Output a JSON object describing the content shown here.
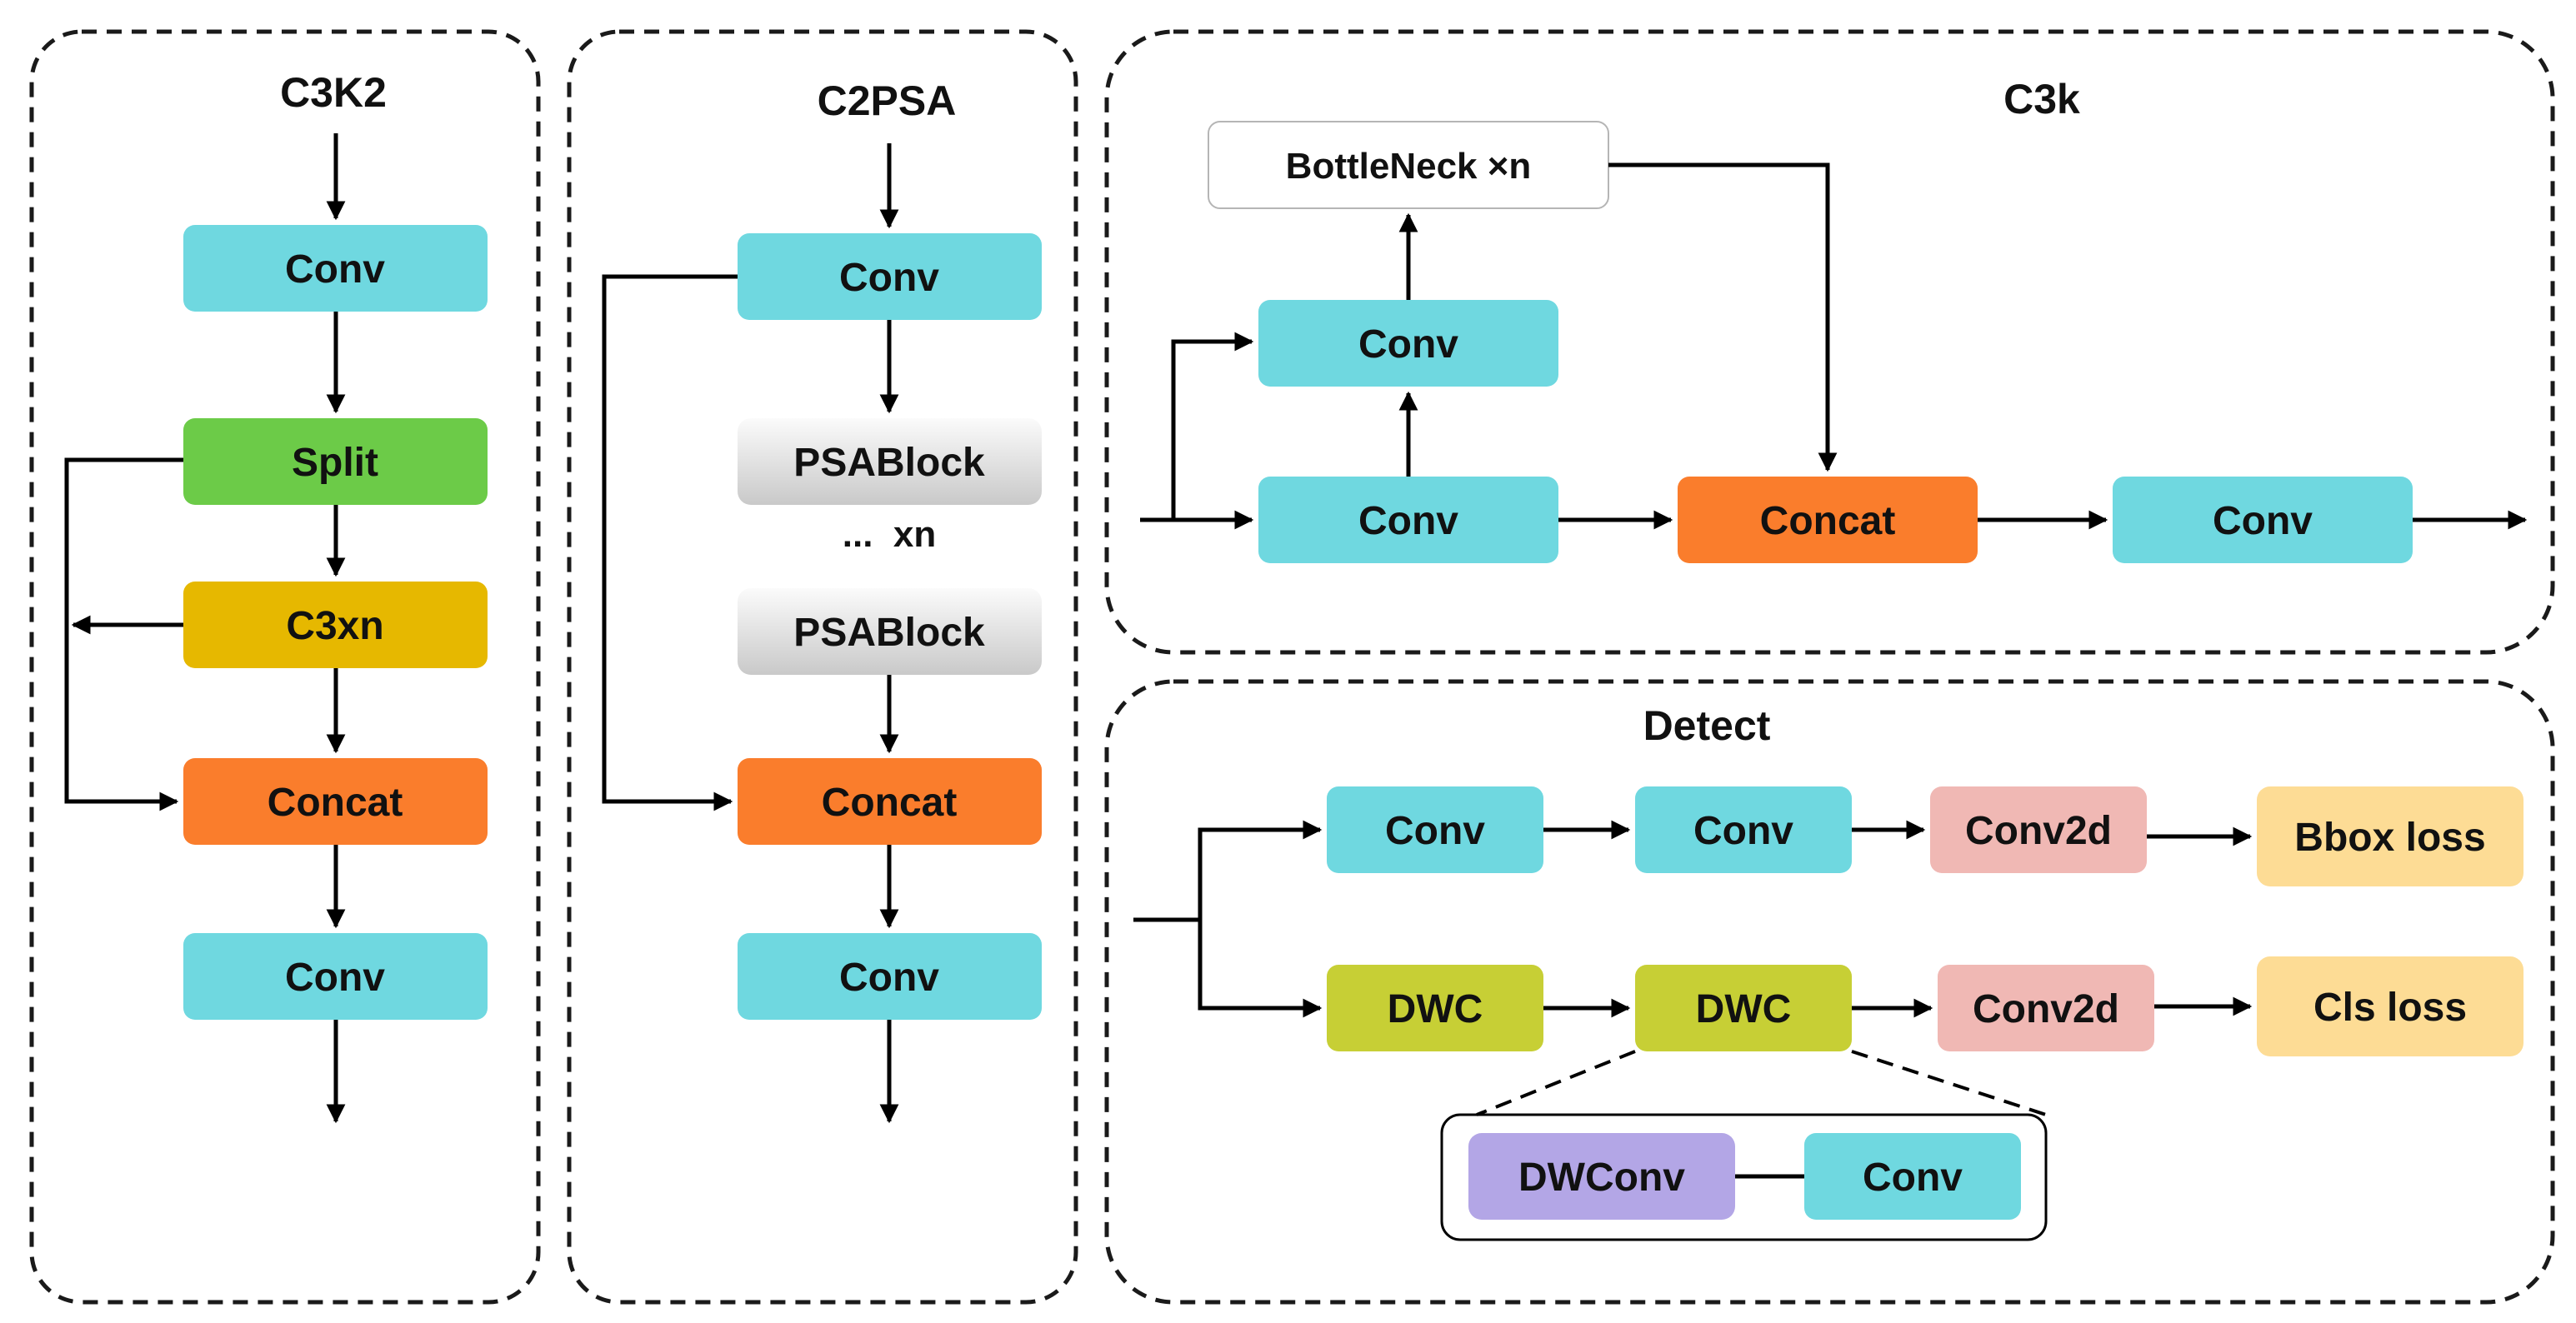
{
  "colors": {
    "conv": "#6fd8e0",
    "split": "#6ccb48",
    "c3xn": "#e6b800",
    "concat": "#fa7d2c",
    "conv2d": "#f0b8b4",
    "loss": "#fddc95",
    "dwc": "#c7cf35",
    "dwconv": "#b3a6e6",
    "psablock_top": "#fbfbfb",
    "psablock_bottom": "#c9c9c9",
    "bottleneck": "#ffffff"
  },
  "panels": {
    "c3k2": {
      "title": "C3K2",
      "conv_top": "Conv",
      "split": "Split",
      "c3xn": "C3xn",
      "concat": "Concat",
      "conv_bottom": "Conv"
    },
    "c2psa": {
      "title": "C2PSA",
      "conv_top": "Conv",
      "psablock_1": "PSABlock",
      "repeat": "...  xn",
      "psablock_2": "PSABlock",
      "concat": "Concat",
      "conv_bottom": "Conv"
    },
    "c3k": {
      "title": "C3k",
      "bottleneck": "BottleNeck ×n",
      "conv_upper": "Conv",
      "conv_lower": "Conv",
      "concat": "Concat",
      "conv_out": "Conv"
    },
    "detect": {
      "title": "Detect",
      "conv_1": "Conv",
      "conv_2": "Conv",
      "conv2d_top": "Conv2d",
      "bbox_loss": "Bbox loss",
      "dwc_1": "DWC",
      "dwc_2": "DWC",
      "conv2d_bottom": "Conv2d",
      "cls_loss": "Cls loss",
      "dwconv": "DWConv",
      "conv_detail": "Conv"
    }
  }
}
